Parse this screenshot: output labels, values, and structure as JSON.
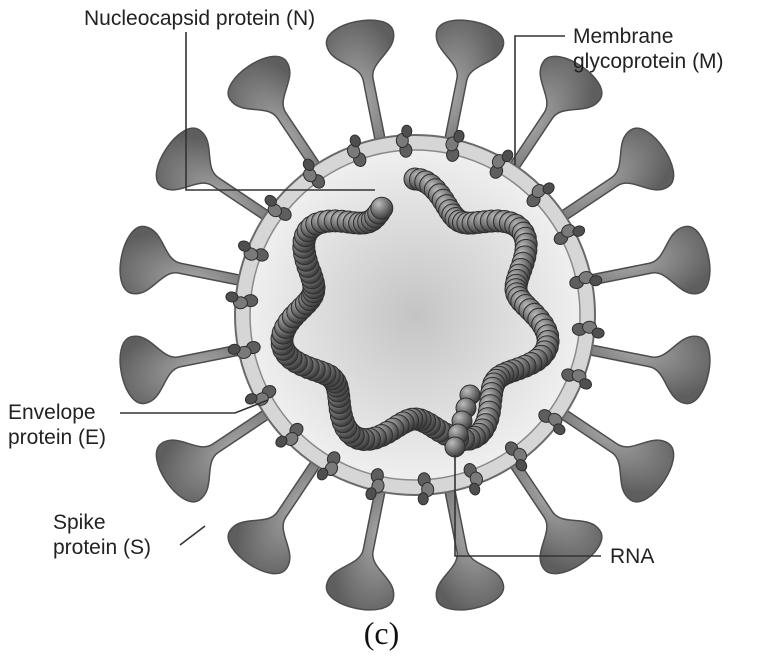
{
  "diagram": {
    "labels": {
      "nucleocapsid": "Nucleocapsid protein (N)",
      "membrane": "Membrane\nglycoprotein (M)",
      "envelope": "Envelope\nprotein (E)",
      "spike": "Spike\nprotein (S)",
      "rna": "RNA"
    },
    "caption": "(c)"
  },
  "colors": {
    "spike_fill": "#8a8a8a",
    "membrane_fill": "#d9d9d9",
    "interior_center": "#c7c7c7",
    "interior_edge": "#ececec",
    "bead_fill": "#6e6e6e",
    "protein_fill": "#5a5a5a",
    "leader_line": "#333333"
  }
}
